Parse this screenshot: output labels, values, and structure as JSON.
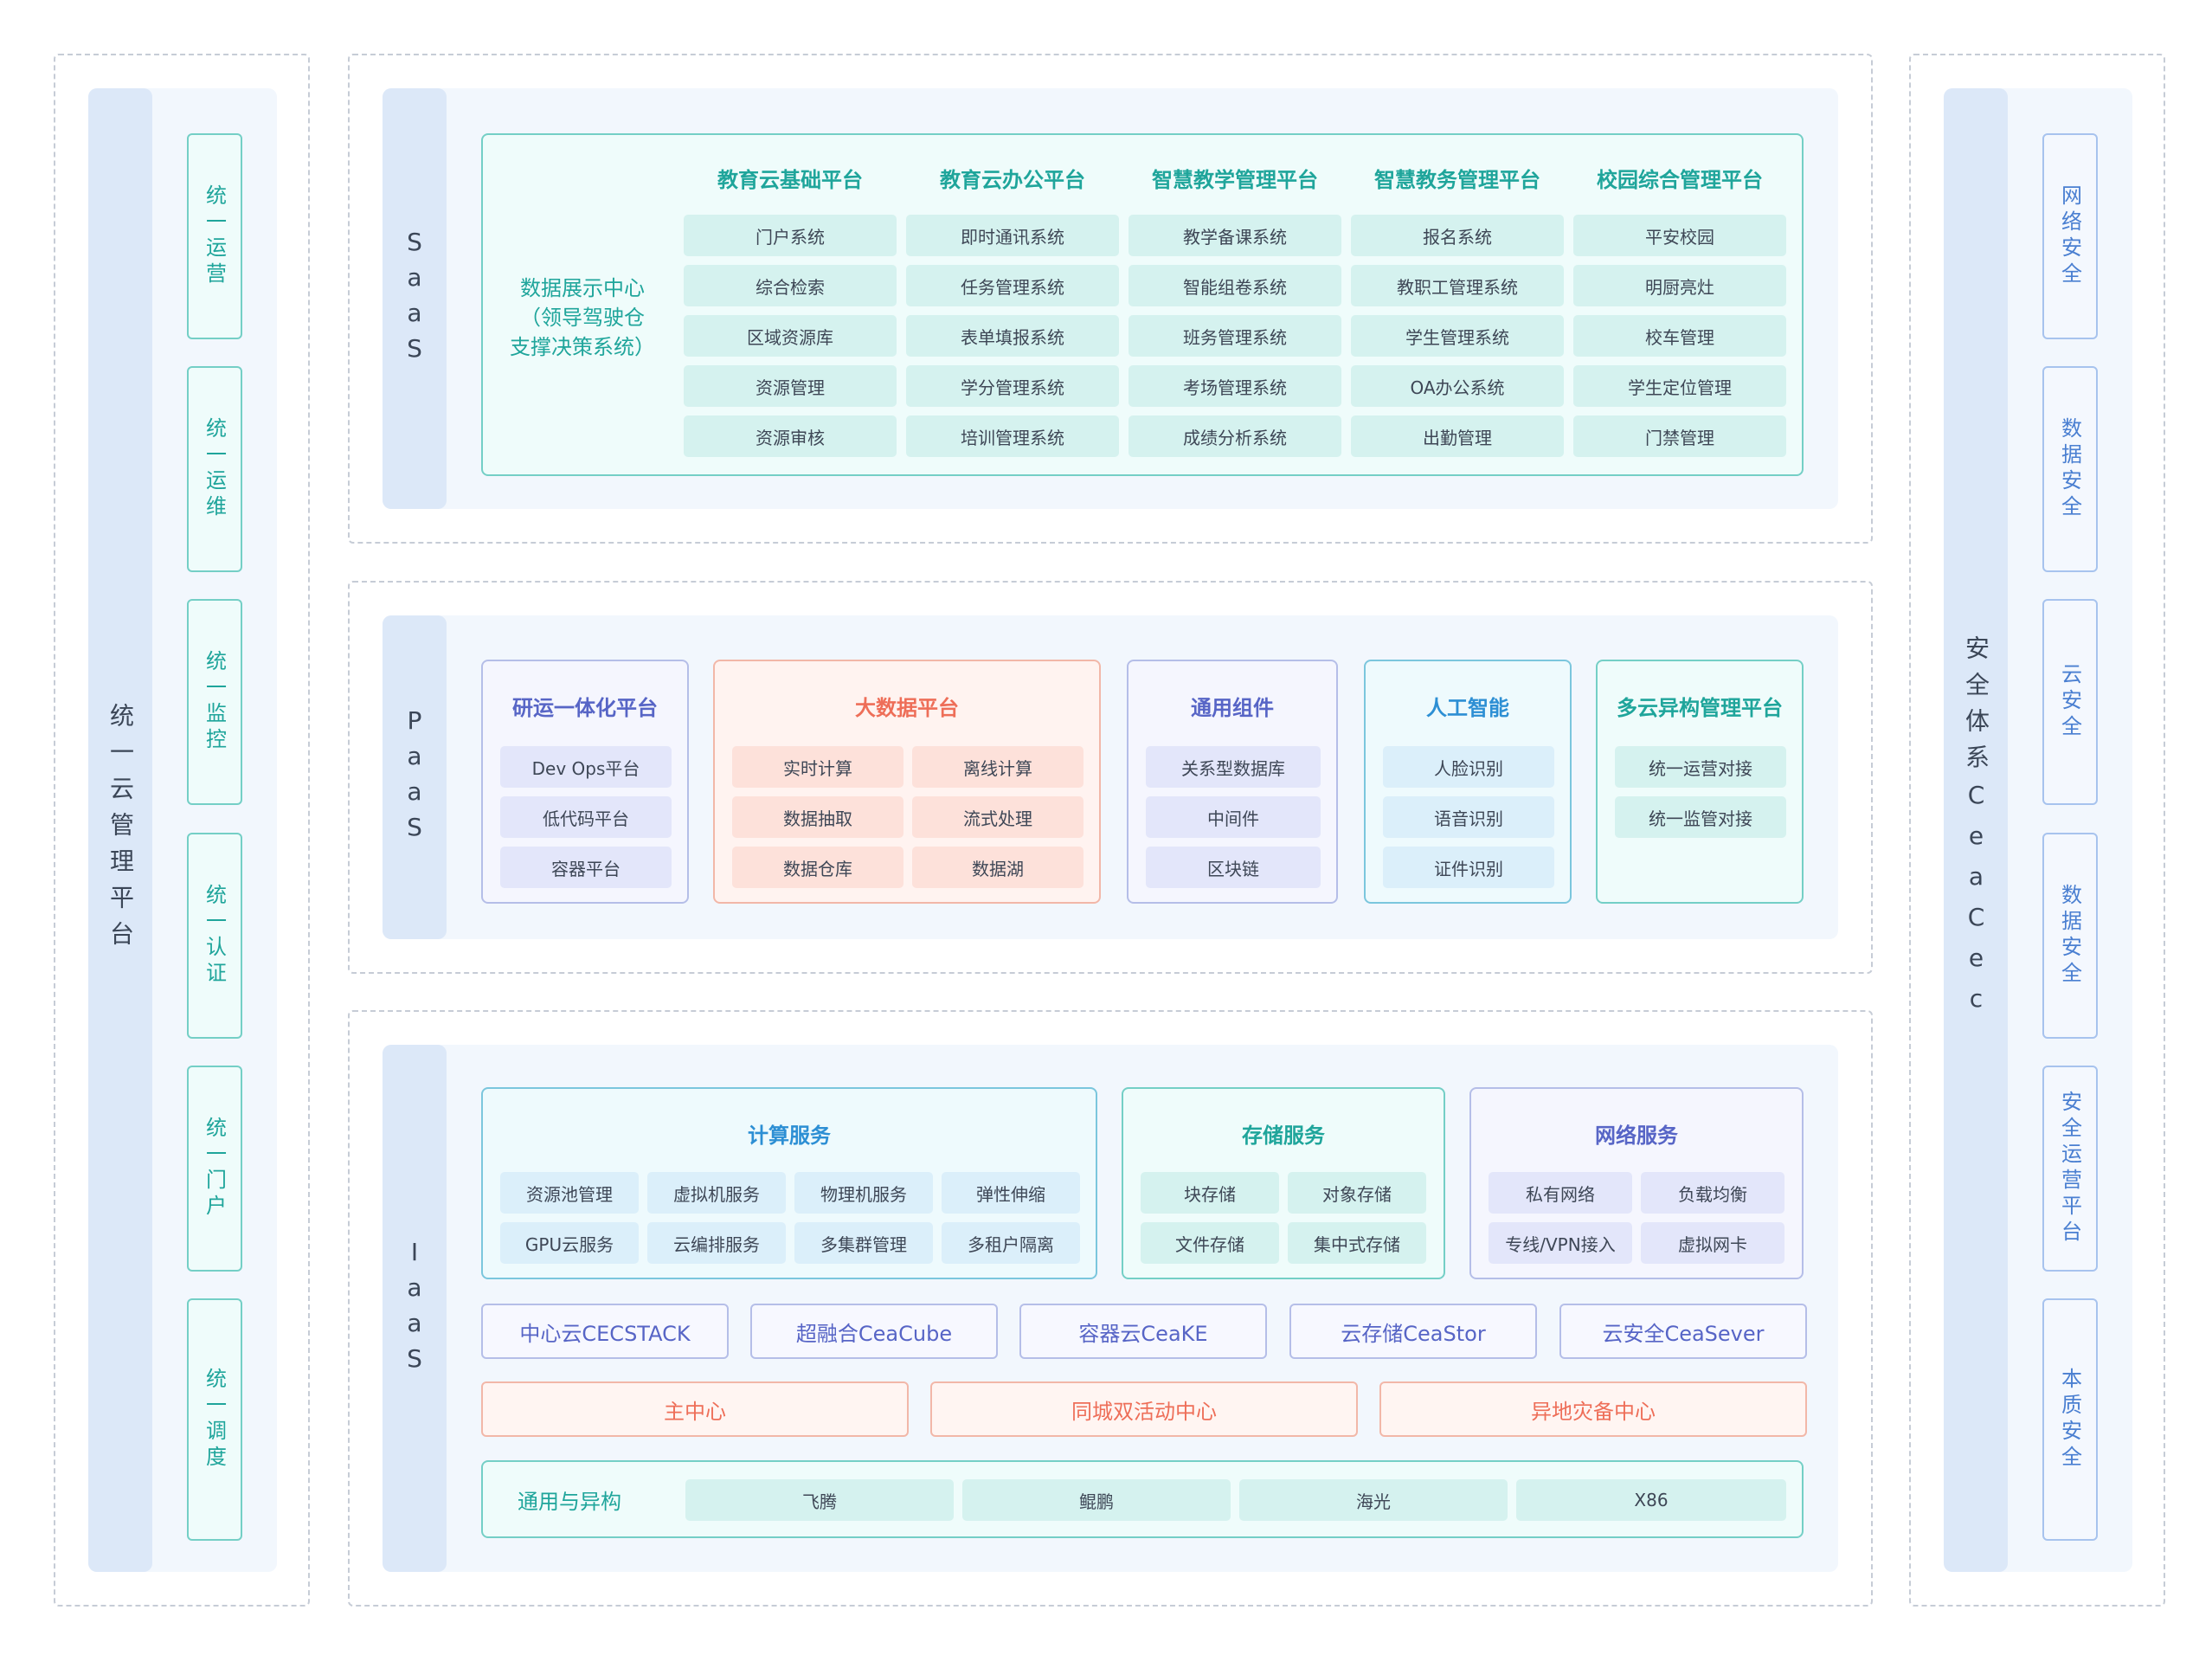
{
  "left": {
    "title": "统一云管理平台",
    "items": [
      "统一运营",
      "统一运维",
      "统一监控",
      "统一认证",
      "统一门户",
      "统一调度"
    ]
  },
  "right": {
    "title": "安全体系CeaCec",
    "items": [
      "网络安全",
      "数据安全",
      "云安全",
      "数据安全",
      "安全运营平台",
      "本质安全"
    ]
  },
  "saas": {
    "label": "SaaS",
    "center_title": "数据展示中心\n（领导驾驶仓\n支撑决策系统）",
    "columns": [
      {
        "title": "教育云基础平台",
        "items": [
          "门户系统",
          "综合检索",
          "区域资源库",
          "资源管理",
          "资源审核"
        ]
      },
      {
        "title": "教育云办公平台",
        "items": [
          "即时通讯系统",
          "任务管理系统",
          "表单填报系统",
          "学分管理系统",
          "培训管理系统"
        ]
      },
      {
        "title": "智慧教学管理平台",
        "items": [
          "教学备课系统",
          "智能组卷系统",
          "班务管理系统",
          "考场管理系统",
          "成绩分析系统"
        ]
      },
      {
        "title": "智慧教务管理平台",
        "items": [
          "报名系统",
          "教职工管理系统",
          "学生管理系统",
          "OA办公系统",
          "出勤管理"
        ]
      },
      {
        "title": "校园综合管理平台",
        "items": [
          "平安校园",
          "明厨亮灶",
          "校车管理",
          "学生定位管理",
          "门禁管理"
        ]
      }
    ]
  },
  "paas": {
    "label": "PaaS",
    "groups": [
      {
        "title": "研运一体化平台",
        "items": [
          "Dev Ops平台",
          "低代码平台",
          "容器平台"
        ]
      },
      {
        "title": "大数据平台",
        "items": [
          "实时计算",
          "离线计算",
          "数据抽取",
          "流式处理",
          "数据仓库",
          "数据湖"
        ]
      },
      {
        "title": "通用组件",
        "items": [
          "关系型数据库",
          "中间件",
          "区块链"
        ]
      },
      {
        "title": "人工智能",
        "items": [
          "人脸识别",
          "语音识别",
          "证件识别"
        ]
      },
      {
        "title": "多云异构管理平台",
        "items": [
          "统一运营对接",
          "统一监管对接"
        ]
      }
    ]
  },
  "iaas": {
    "label": "IaaS",
    "compute": {
      "title": "计算服务",
      "items": [
        "资源池管理",
        "虚拟机服务",
        "物理机服务",
        "弹性伸缩",
        "GPU云服务",
        "云编排服务",
        "多集群管理",
        "多租户隔离"
      ]
    },
    "storage": {
      "title": "存储服务",
      "items": [
        "块存储",
        "对象存储",
        "文件存储",
        "集中式存储"
      ]
    },
    "network": {
      "title": "网络服务",
      "items": [
        "私有网络",
        "负载均衡",
        "专线/VPN接入",
        "虚拟网卡"
      ]
    },
    "products": [
      "中心云CECSTACK",
      "超融合CeaCube",
      "容器云CeaKE",
      "云存储CeaStor",
      "云安全CeaSever"
    ],
    "centers": [
      "主中心",
      "同城双活动中心",
      "异地灾备中心"
    ],
    "hardware": {
      "title": "通用与异构",
      "items": [
        "飞腾",
        "鲲鹏",
        "海光",
        "X86"
      ]
    }
  }
}
